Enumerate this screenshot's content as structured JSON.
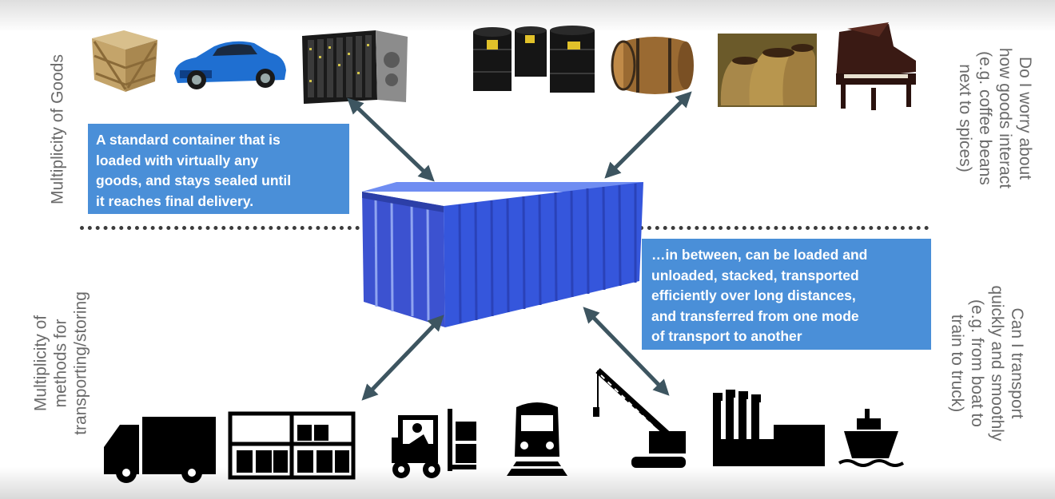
{
  "left_labels": {
    "goods": "Multiplicity of Goods",
    "methods": "Multiplicity of\nmethods for\ntransporting/storing"
  },
  "right_labels": {
    "goods_question": "Do I worry about\nhow goods interact\n(e.g. coffee beans\nnext to spices)",
    "transport_question": "Can I transport\nquickly and smoothly\n(e.g. from boat to\ntrain to truck)"
  },
  "callouts": {
    "top": "A standard container that is\nloaded with virtually any\ngoods, and stays sealed until\nit reaches final delivery.",
    "bottom": "…in between, can be loaded and\nunloaded, stacked, transported\nefficiently over long distances,\nand transferred from one mode\nof transport to another"
  },
  "goods_icons": [
    "wooden-crate",
    "sports-car",
    "server-rack",
    "oil-drums",
    "wine-barrel",
    "coffee-sacks",
    "grand-piano"
  ],
  "transport_icons": [
    "truck",
    "warehouse-racks",
    "forklift",
    "train",
    "crane",
    "factory",
    "ship"
  ],
  "colors": {
    "callout_bg": "#4a8fd8",
    "container": "#3a55d6",
    "arrow": "#3d5560",
    "icon": "#000000"
  }
}
